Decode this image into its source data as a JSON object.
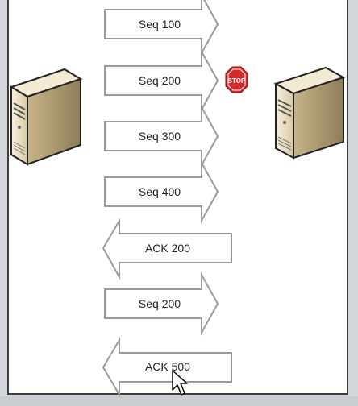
{
  "messages": [
    {
      "label": "Seq 100",
      "direction": "right"
    },
    {
      "label": "Seq 200",
      "direction": "right"
    },
    {
      "label": "Seq 300",
      "direction": "right"
    },
    {
      "label": "Seq 400",
      "direction": "right"
    },
    {
      "label": "ACK  200",
      "direction": "left"
    },
    {
      "label": "Seq 200",
      "direction": "right"
    },
    {
      "label": "ACK  500",
      "direction": "left"
    }
  ],
  "stop_sign": {
    "label": "STOP"
  },
  "icons": {
    "left_server": "server-icon",
    "right_server": "server-icon",
    "cursor": "mouse-pointer-icon"
  },
  "colors": {
    "arrow_fill": "#ffffff",
    "arrow_stroke": "#9a9a9a",
    "stop_red": "#d42a2a",
    "server_body": "#efe3c4"
  }
}
